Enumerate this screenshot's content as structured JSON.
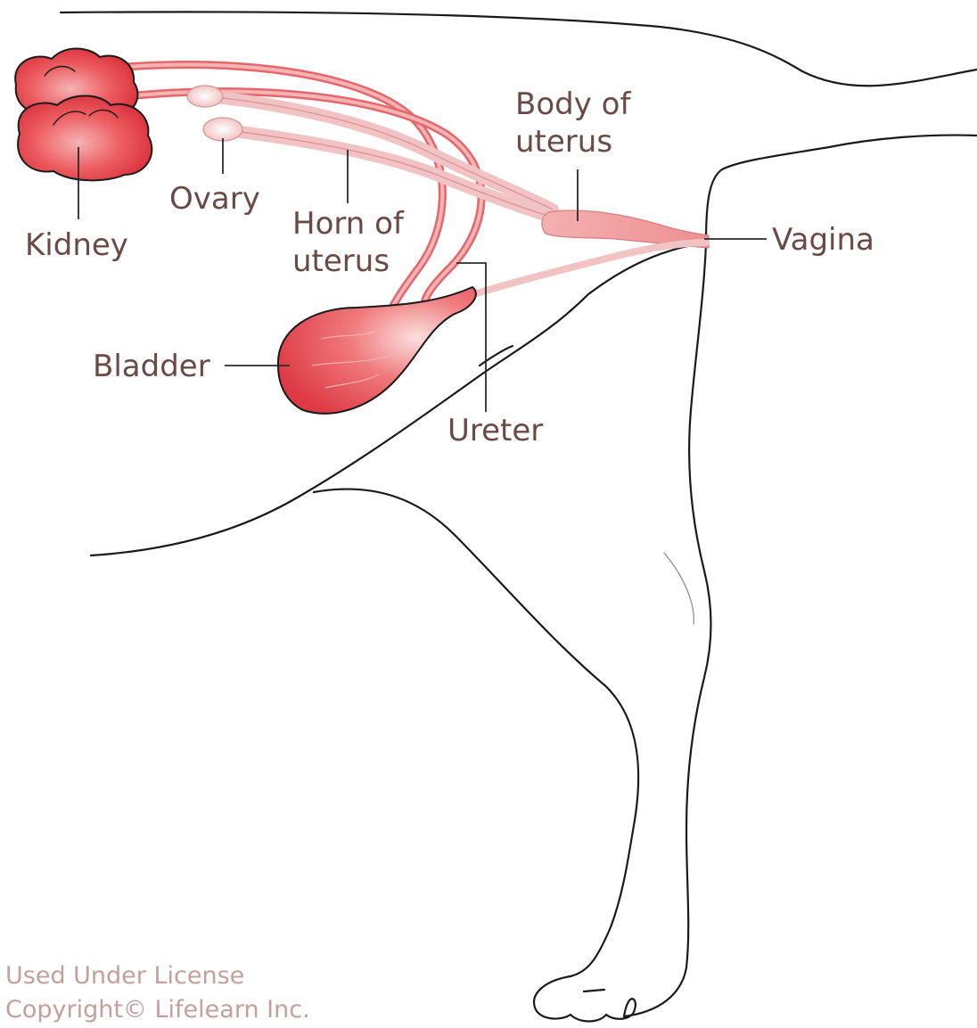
{
  "labels": {
    "kidney": "Kidney",
    "ovary": "Ovary",
    "horn_line1": "Horn of",
    "horn_line2": "uterus",
    "body_line1": "Body of",
    "body_line2": "uterus",
    "vagina": "Vagina",
    "bladder": "Bladder",
    "ureter": "Ureter"
  },
  "credit": {
    "line1": "Used Under License",
    "line2": "Copyright© Lifelearn Inc."
  },
  "colors": {
    "organ_red": "#e8474f",
    "organ_pink": "#f2a6a8",
    "organ_light": "#f7d3d3",
    "label_text": "#6b4a45",
    "credit_text": "#c3a09c"
  }
}
